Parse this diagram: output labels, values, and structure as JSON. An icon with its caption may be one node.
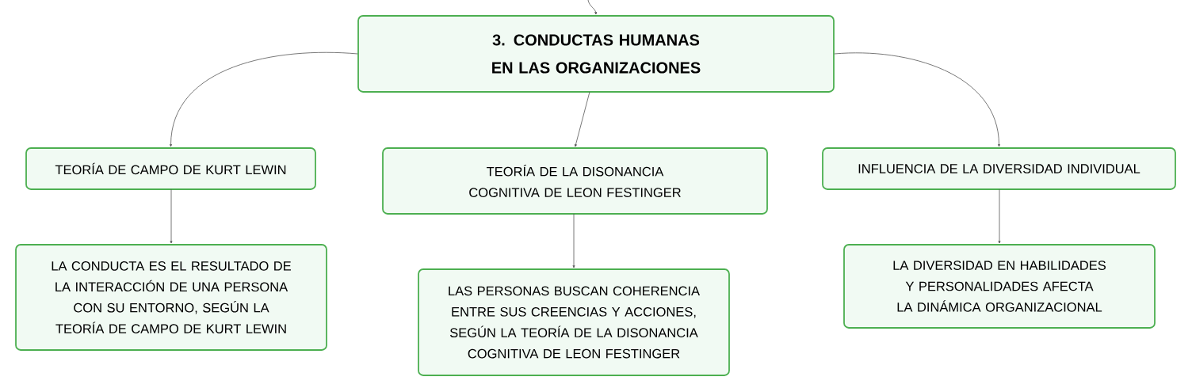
{
  "diagram": {
    "nodes": [
      {
        "text": [
          "3. CONDUCTAS HUMANAS EN LAS ORGANIZACIONES"
        ]
      },
      {
        "text": [
          "TEORÍA DE CAMPO DE KURT LEWIN"
        ]
      },
      {
        "text": [
          "TEORÍA DE LA DISONANCIA COGNITIVA DE LEON FESTINGER"
        ]
      },
      {
        "text": [
          "INFLUENCIA DE LA DIVERSIDAD INDIVIDUAL"
        ]
      },
      {
        "text": [
          "LA CONDUCTA ES EL RESULTADO DE LA INTERACCIÓN DE UNA PERSONA CON SU ENTORNO, SEGÚN LA TEORÍA DE CAMPO DE KURT LEWIN"
        ]
      },
      {
        "text": [
          "LAS PERSONAS BUSCAN COHERENCIA ENTRE SUS CREENCIAS Y ACCIONES, SEGÚN LA TEORÍA DE LA DISONANCIA COGNITIVA DE LEON FESTINGER"
        ]
      },
      {
        "text": [
          "LA DIVERSIDAD EN HABILIDADES Y PERSONALIDADES AFECTA LA DINÁMICA ORGANIZACIONAL"
        ]
      }
    ],
    "edges": [
      {
        "from": null,
        "to": 0,
        "arrow": "to"
      },
      {
        "from": 0,
        "to": 1,
        "arrow": "to"
      },
      {
        "from": 0,
        "to": 2,
        "arrow": "to"
      },
      {
        "from": 0,
        "to": 3,
        "arrow": "to"
      },
      {
        "from": 1,
        "to": 4,
        "arrow": "to"
      },
      {
        "from": 2,
        "to": 5,
        "arrow": "to"
      },
      {
        "from": 3,
        "to": 6,
        "arrow": "to"
      }
    ]
  }
}
